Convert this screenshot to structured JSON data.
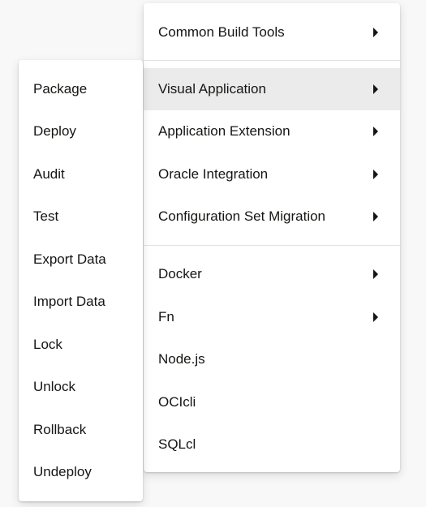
{
  "main_menu": {
    "items": [
      {
        "label": "Common Build Tools",
        "has_submenu": true
      },
      {
        "label": "Visual Application",
        "has_submenu": true,
        "highlighted": true
      },
      {
        "label": "Application Extension",
        "has_submenu": true
      },
      {
        "label": "Oracle Integration",
        "has_submenu": true
      },
      {
        "label": "Configuration Set Migration",
        "has_submenu": true
      },
      {
        "label": "Docker",
        "has_submenu": true
      },
      {
        "label": "Fn",
        "has_submenu": true
      },
      {
        "label": "Node.js",
        "has_submenu": false
      },
      {
        "label": "OCIcli",
        "has_submenu": false
      },
      {
        "label": "SQLcl",
        "has_submenu": false
      }
    ]
  },
  "submenu": {
    "items": [
      {
        "label": "Package"
      },
      {
        "label": "Deploy"
      },
      {
        "label": "Audit"
      },
      {
        "label": "Test"
      },
      {
        "label": "Export Data"
      },
      {
        "label": "Import Data"
      },
      {
        "label": "Lock"
      },
      {
        "label": "Unlock"
      },
      {
        "label": "Rollback"
      },
      {
        "label": "Undeploy"
      }
    ]
  },
  "colors": {
    "background": "#f8f8f8",
    "menu_background": "#ffffff",
    "highlight": "#ebebeb",
    "text": "#161513",
    "divider": "#e4e2df"
  },
  "icons": {
    "submenu_indicator": "caret-right-icon"
  }
}
